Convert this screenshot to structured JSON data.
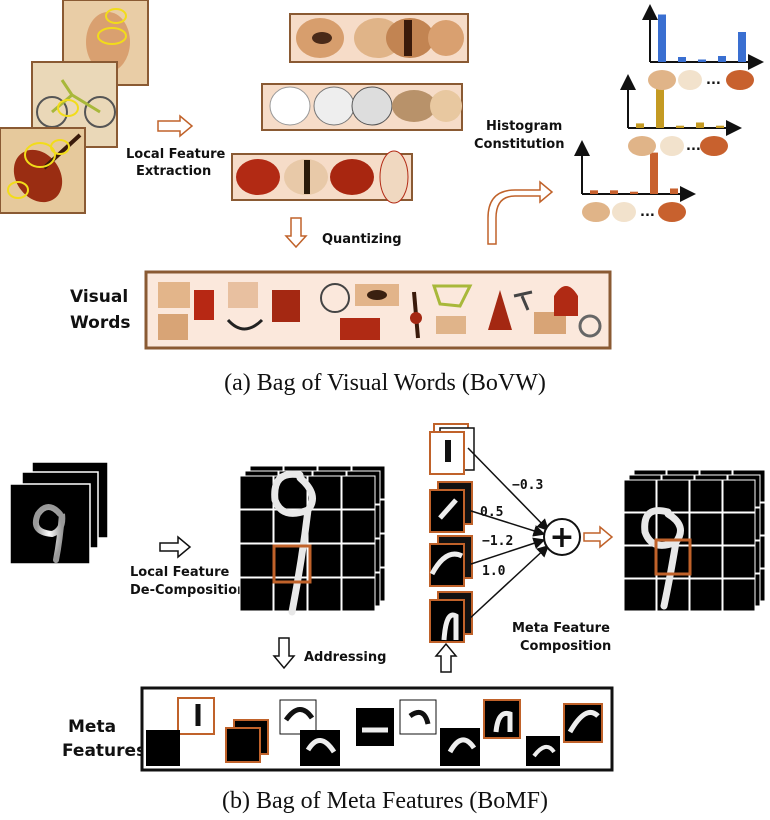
{
  "panel_a": {
    "caption": "(a) Bag of Visual Words (BoVW)",
    "local_feature_extraction": [
      "Local Feature",
      "Extraction"
    ],
    "quantizing": "Quantizing",
    "histogram_constitution": [
      "Histogram",
      "Constitution"
    ],
    "visual_words": [
      "Visual",
      "Words"
    ],
    "histogram_ellipsis": "...",
    "histograms": [
      {
        "color": "#3a6fd1",
        "values": [
          0.95,
          0.1,
          0.05,
          0.12,
          0.6
        ]
      },
      {
        "color": "#c49a22",
        "values": [
          0.1,
          0.95,
          0.05,
          0.12,
          0.05
        ]
      },
      {
        "color": "#c8612e",
        "values": [
          0.08,
          0.08,
          0.05,
          0.9,
          0.12
        ]
      }
    ]
  },
  "panel_b": {
    "caption": "(b) Bag of Meta Features (BoMF)",
    "local_feature_decomposition": [
      "Local Feature",
      "De-Composition"
    ],
    "addressing": "Addressing",
    "meta_feature_composition": [
      "Meta Feature",
      "Composition"
    ],
    "meta_features": [
      "Meta",
      "Features"
    ],
    "weights": [
      "−0.3",
      "0.5",
      "−1.2",
      "1.0"
    ],
    "sum_symbol": "+"
  },
  "colors": {
    "accent": "#c0622a",
    "beige": "#f6dcc8",
    "brown": "#8a5a33"
  }
}
